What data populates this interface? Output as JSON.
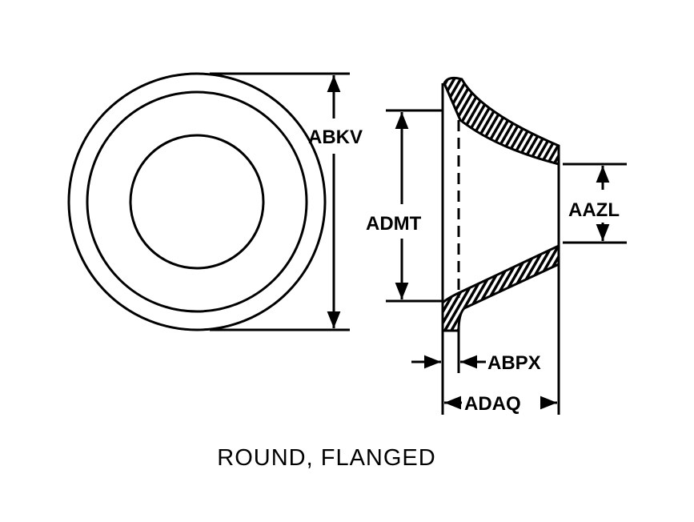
{
  "diagram": {
    "labels": {
      "abkv": "ABKV",
      "admt": "ADMT",
      "aazl": "AAZL",
      "abpx": "ABPX",
      "adaq": "ADAQ"
    },
    "caption": "ROUND, FLANGED"
  }
}
